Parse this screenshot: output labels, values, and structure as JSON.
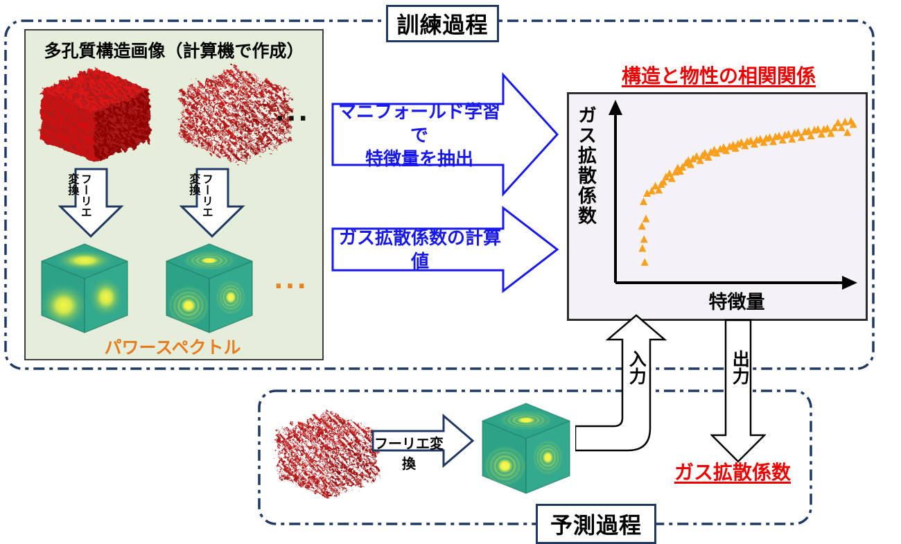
{
  "colors": {
    "frame_navy": "#1f3864",
    "arrow_blue": "#1717ef",
    "red_text": "#f20000",
    "marker_orange": "#f8a01e",
    "spectra_label_orange": "#e87b1e",
    "panel_green": "#e4eeda",
    "plot_background": "#f5f2f7",
    "structure_red": "#d31111",
    "spectrum_teal": "#34a88c"
  },
  "training": {
    "title": "訓練過程",
    "panel": {
      "header": "多孔質構造画像（計算機で作成）",
      "structures_ellipsis": "...",
      "fourier_arrow_label": "フーリエ\n変換",
      "spectra_label": "パワースペクトル",
      "spectra_ellipsis": "..."
    },
    "manifold_arrow_label": "マニフォールド学習で\n特徴量を抽出",
    "calc_arrow_label": "ガス拡散係数の計算値",
    "chart_title": "構造と物性の相関関係"
  },
  "prediction": {
    "title": "予測過程",
    "fourier_arrow_label": "フーリエ変換",
    "input_label": "入力",
    "output_label": "出力",
    "result_label": "ガス拡散係数"
  },
  "chart_data": {
    "type": "scatter",
    "title": "構造と物性の相関関係",
    "xlabel": "特徴量",
    "ylabel": "ガス拡散係数",
    "axes_numeric_labels": false,
    "x_range_norm": [
      0,
      1
    ],
    "y_range_norm": [
      0,
      1
    ],
    "marker": "triangle-up",
    "marker_color": "#f8a01e",
    "legend": null,
    "grid": false,
    "points": [
      [
        0.095,
        0.08
      ],
      [
        0.085,
        0.165
      ],
      [
        0.092,
        0.22
      ],
      [
        0.083,
        0.3
      ],
      [
        0.1,
        0.345
      ],
      [
        0.09,
        0.45
      ],
      [
        0.105,
        0.5
      ],
      [
        0.125,
        0.515
      ],
      [
        0.14,
        0.545
      ],
      [
        0.155,
        0.52
      ],
      [
        0.165,
        0.555
      ],
      [
        0.175,
        0.57
      ],
      [
        0.185,
        0.6
      ],
      [
        0.2,
        0.62
      ],
      [
        0.21,
        0.59
      ],
      [
        0.225,
        0.63
      ],
      [
        0.235,
        0.655
      ],
      [
        0.245,
        0.635
      ],
      [
        0.255,
        0.66
      ],
      [
        0.27,
        0.685
      ],
      [
        0.28,
        0.7
      ],
      [
        0.29,
        0.675
      ],
      [
        0.3,
        0.71
      ],
      [
        0.315,
        0.725
      ],
      [
        0.33,
        0.7
      ],
      [
        0.34,
        0.73
      ],
      [
        0.35,
        0.745
      ],
      [
        0.365,
        0.72
      ],
      [
        0.375,
        0.75
      ],
      [
        0.39,
        0.765
      ],
      [
        0.4,
        0.745
      ],
      [
        0.415,
        0.77
      ],
      [
        0.43,
        0.78
      ],
      [
        0.44,
        0.76
      ],
      [
        0.455,
        0.785
      ],
      [
        0.47,
        0.795
      ],
      [
        0.48,
        0.775
      ],
      [
        0.49,
        0.8
      ],
      [
        0.505,
        0.81
      ],
      [
        0.52,
        0.79
      ],
      [
        0.53,
        0.815
      ],
      [
        0.545,
        0.82
      ],
      [
        0.56,
        0.8
      ],
      [
        0.57,
        0.825
      ],
      [
        0.585,
        0.83
      ],
      [
        0.6,
        0.81
      ],
      [
        0.61,
        0.835
      ],
      [
        0.625,
        0.84
      ],
      [
        0.64,
        0.815
      ],
      [
        0.65,
        0.845
      ],
      [
        0.665,
        0.85
      ],
      [
        0.68,
        0.825
      ],
      [
        0.69,
        0.855
      ],
      [
        0.705,
        0.86
      ],
      [
        0.72,
        0.83
      ],
      [
        0.73,
        0.865
      ],
      [
        0.745,
        0.87
      ],
      [
        0.76,
        0.84
      ],
      [
        0.775,
        0.875
      ],
      [
        0.79,
        0.88
      ],
      [
        0.8,
        0.85
      ],
      [
        0.815,
        0.885
      ],
      [
        0.83,
        0.89
      ],
      [
        0.845,
        0.86
      ],
      [
        0.855,
        0.89
      ],
      [
        0.87,
        0.895
      ],
      [
        0.885,
        0.865
      ],
      [
        0.9,
        0.9
      ],
      [
        0.915,
        0.93
      ],
      [
        0.93,
        0.9
      ],
      [
        0.945,
        0.935
      ],
      [
        0.955,
        0.87
      ],
      [
        0.97,
        0.94
      ],
      [
        0.98,
        0.92
      ]
    ]
  }
}
